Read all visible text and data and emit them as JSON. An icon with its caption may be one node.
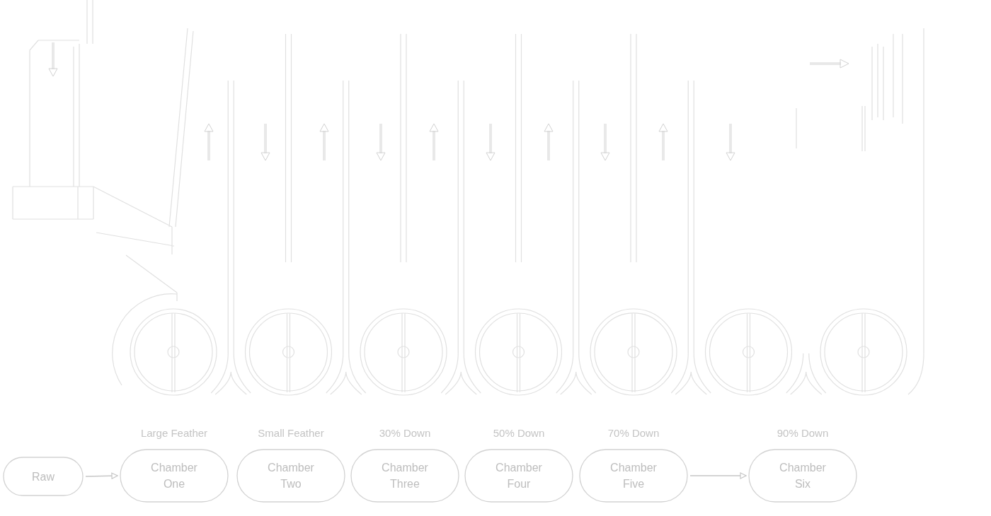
{
  "diagram": {
    "nodes": [
      {
        "text": [
          "Raw"
        ]
      },
      {
        "text": [
          "Chamber One"
        ],
        "beside": [
          "Large Feather"
        ]
      },
      {
        "text": [
          "Chamber Two"
        ],
        "beside": [
          "Small Feather"
        ]
      },
      {
        "text": [
          "Chamber Three"
        ],
        "beside": [
          "30% Down"
        ]
      },
      {
        "text": [
          "Chamber Four"
        ],
        "beside": [
          "50% Down"
        ]
      },
      {
        "text": [
          "Chamber Five"
        ],
        "beside": [
          "70% Down"
        ]
      },
      {
        "text": [
          "Chamber Six"
        ],
        "beside": [
          "90% Down"
        ]
      }
    ],
    "edges": [
      {
        "from": 0,
        "to": 1,
        "arrow": "to"
      },
      {
        "from": 5,
        "to": 6,
        "arrow": "to"
      }
    ]
  }
}
